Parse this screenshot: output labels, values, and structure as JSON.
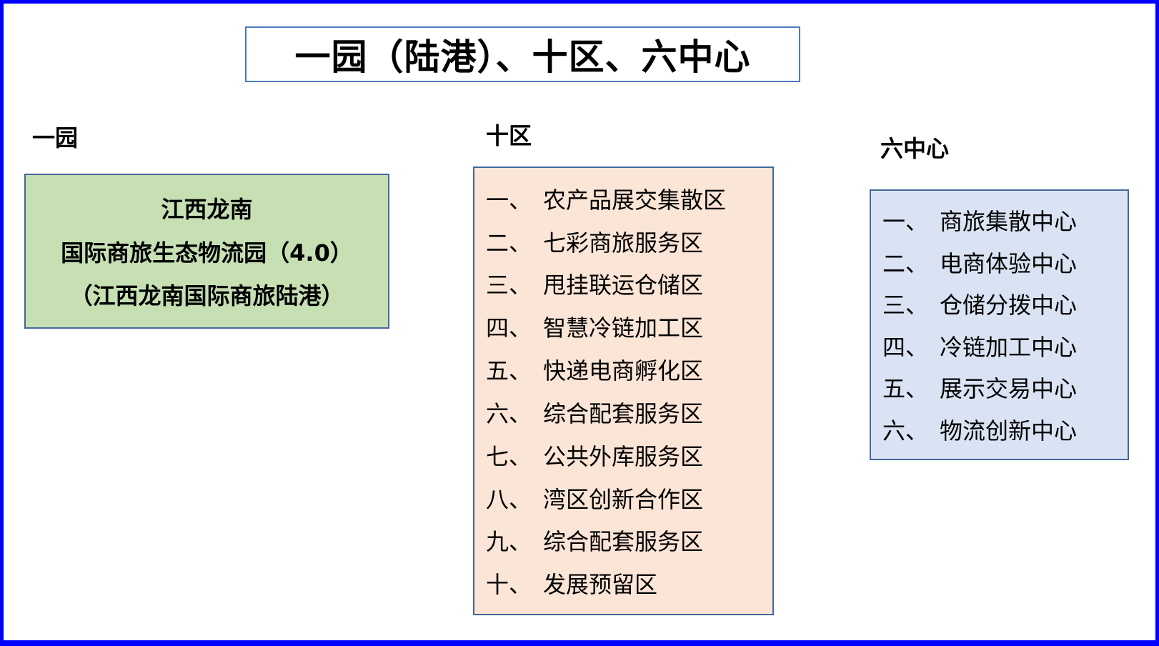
{
  "page": {
    "title": "一园（陆港）、十区、六中心"
  },
  "colors": {
    "outer_border": "#0101fe",
    "box_border": "#44679c",
    "title_border": "#4f79bd",
    "green_fill": "#c6e0b4",
    "peach_fill": "#fbe5d6",
    "blue_fill": "#dae3f3",
    "bottom_edge": "#000000",
    "text": "#000000"
  },
  "one_park": {
    "header": "一园",
    "lines": [
      "江西龙南",
      "国际商旅生态物流园（4.0）",
      "（江西龙南国际商旅陆港）"
    ]
  },
  "ten_zones": {
    "header": "十区",
    "items": [
      {
        "num": "一、",
        "label": "农产品展交集散区"
      },
      {
        "num": "二、",
        "label": "七彩商旅服务区"
      },
      {
        "num": "三、",
        "label": "甩挂联运仓储区"
      },
      {
        "num": "四、",
        "label": "智慧冷链加工区"
      },
      {
        "num": "五、",
        "label": "快递电商孵化区"
      },
      {
        "num": "六、",
        "label": "综合配套服务区"
      },
      {
        "num": "七、",
        "label": "公共外库服务区"
      },
      {
        "num": "八、",
        "label": "湾区创新合作区"
      },
      {
        "num": "九、",
        "label": "综合配套服务区"
      },
      {
        "num": "十、",
        "label": "发展预留区"
      }
    ]
  },
  "six_centers": {
    "header": "六中心",
    "items": [
      {
        "num": "一、",
        "label": "商旅集散中心"
      },
      {
        "num": "二、",
        "label": "电商体验中心"
      },
      {
        "num": "三、",
        "label": "仓储分拨中心"
      },
      {
        "num": "四、",
        "label": "冷链加工中心"
      },
      {
        "num": "五、",
        "label": "展示交易中心"
      },
      {
        "num": "六、",
        "label": "物流创新中心"
      }
    ]
  }
}
